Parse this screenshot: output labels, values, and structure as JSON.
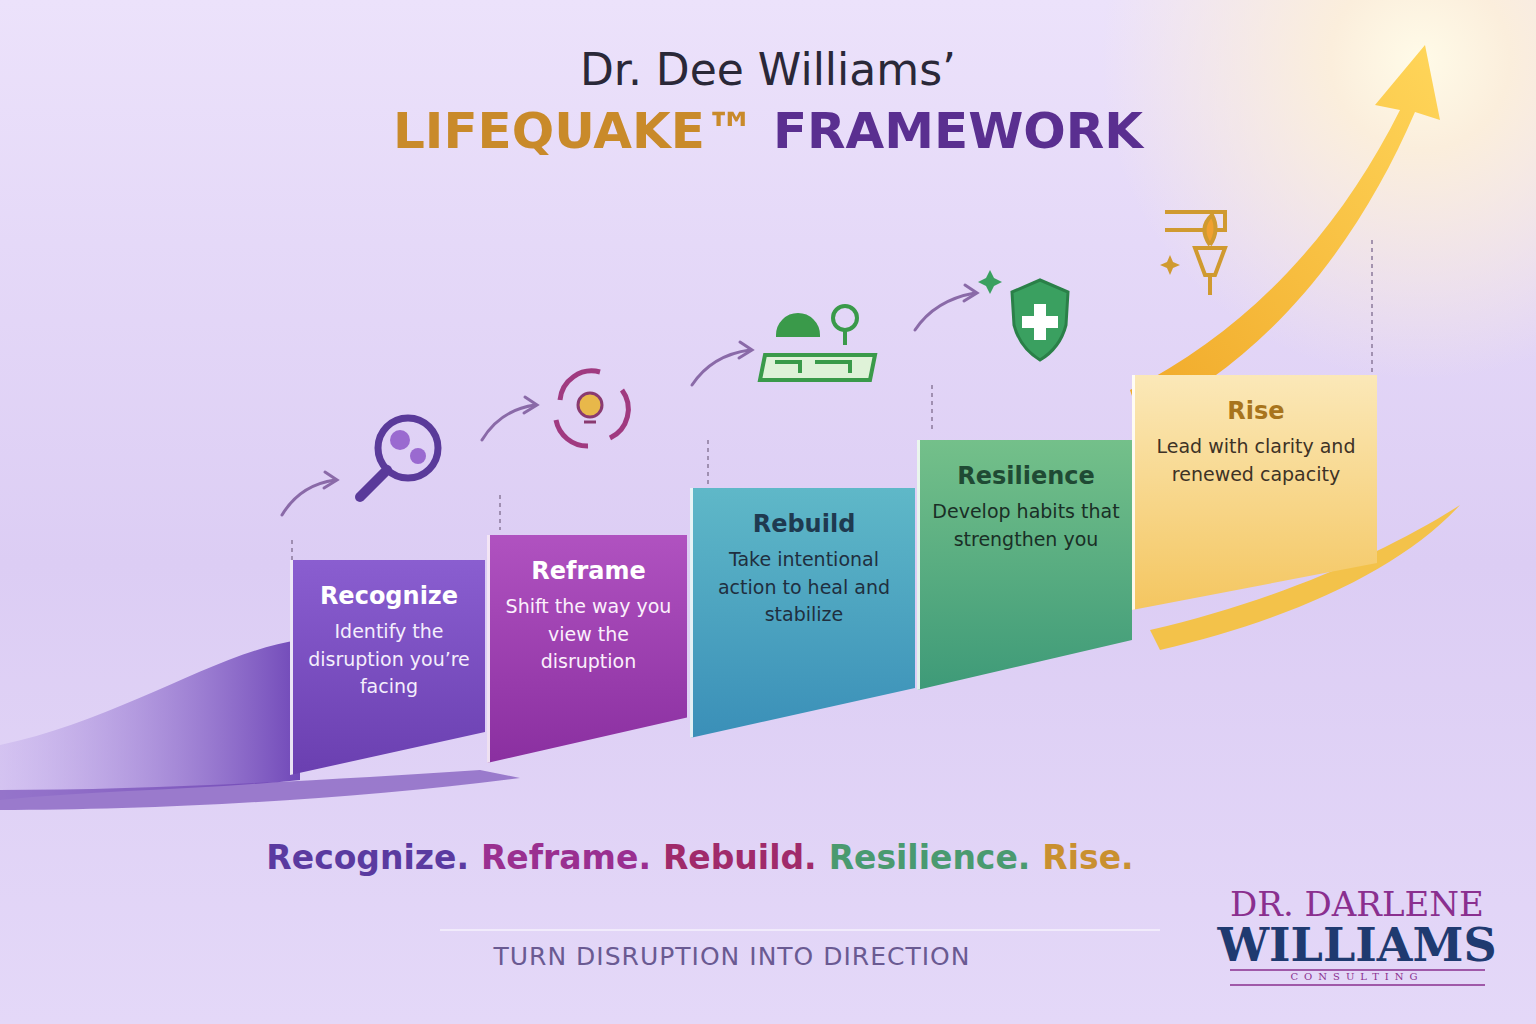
{
  "diagram": {
    "title": "Dr. Dee Williams’",
    "caption": "TURN DISRUPTION INTO DIRECTION",
    "nodes": [
      {
        "text": [
          "Recognize",
          "Identify the disruption you’re facing"
        ]
      },
      {
        "text": [
          "Reframe",
          "Shift the way you view the disruption"
        ]
      },
      {
        "text": [
          "Rebuild",
          "Take intentional action to heal and stabilize"
        ]
      },
      {
        "text": [
          "Resilience",
          "Develop habits that strengthen you"
        ]
      },
      {
        "text": [
          "Rise",
          "Lead with clarity and renewed capacity"
        ]
      }
    ],
    "labels": [
      "LIFEQUAKE™",
      "FRAMEWORK",
      "Recognize.",
      "Reframe.",
      "Rebuild.",
      "Resilience.",
      "Rise.",
      "DR. DARLENE",
      "WILLIAMS",
      "CONSULTING"
    ]
  }
}
